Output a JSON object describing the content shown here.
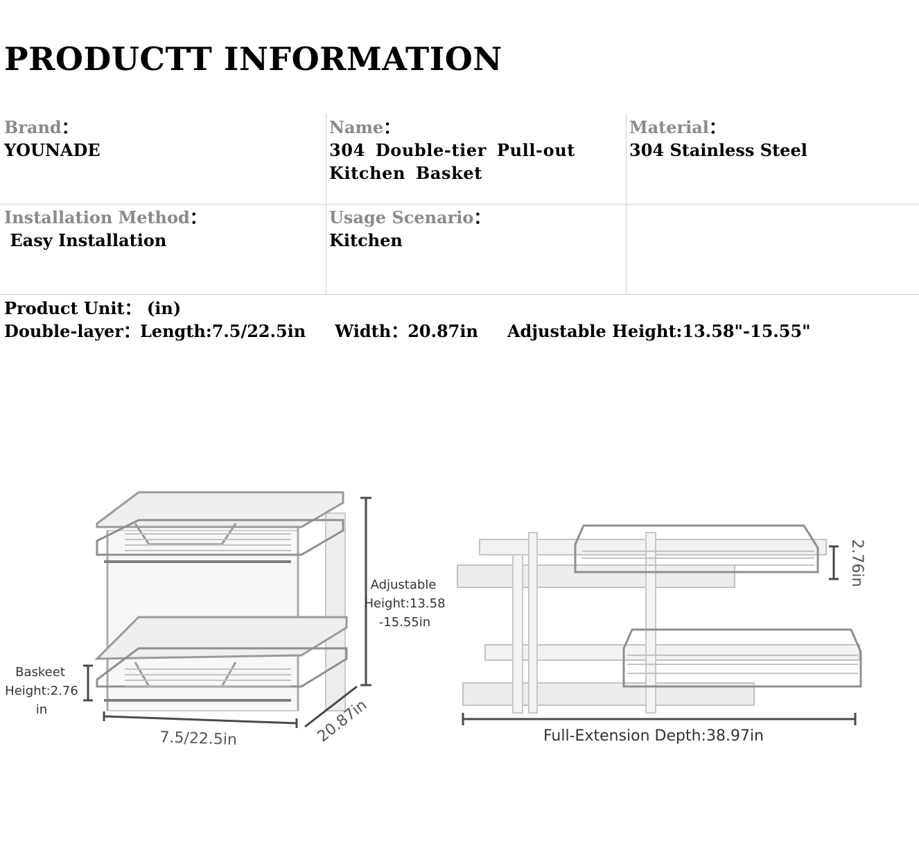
{
  "title": "PRODUCTT INFORMATION",
  "specs": {
    "brand": {
      "label": "Brand",
      "value": "YOUNADE"
    },
    "name": {
      "label": "Name",
      "value": "304 Double-tier Pull-out Kitchen Basket"
    },
    "material": {
      "label": "Material",
      "value": "304 Stainless Steel"
    },
    "installation": {
      "label": "Installation Method",
      "value": " Easy Installation"
    },
    "usage": {
      "label": "Usage Scenario",
      "value": "Kitchen"
    },
    "colon": "："
  },
  "unit": {
    "line1": "Product Unit： (in)",
    "line2_label": "Double-layer：",
    "length": "Length:7.5/22.5in",
    "width": "Width：20.87in",
    "height": "Adjustable Height:13.58\"-15.55\""
  },
  "dimensions": {
    "adjustable_line1": "Adjustable",
    "adjustable_line2": "Height:13.58",
    "adjustable_line3": "-15.55in",
    "basket_line1": "Baskeet",
    "basket_line2": "Height:2.76",
    "basket_line3": "in",
    "length": "7.5/22.5in",
    "width": "20.87in",
    "tier_height": "2.76in",
    "full_extension": "Full-Extension Depth:38.97in"
  },
  "colors": {
    "label_gray": "#8a8a8a",
    "divider": "#cfcfcf",
    "dimension_line": "#4a4a4a",
    "metal": "#b8b8b8"
  }
}
